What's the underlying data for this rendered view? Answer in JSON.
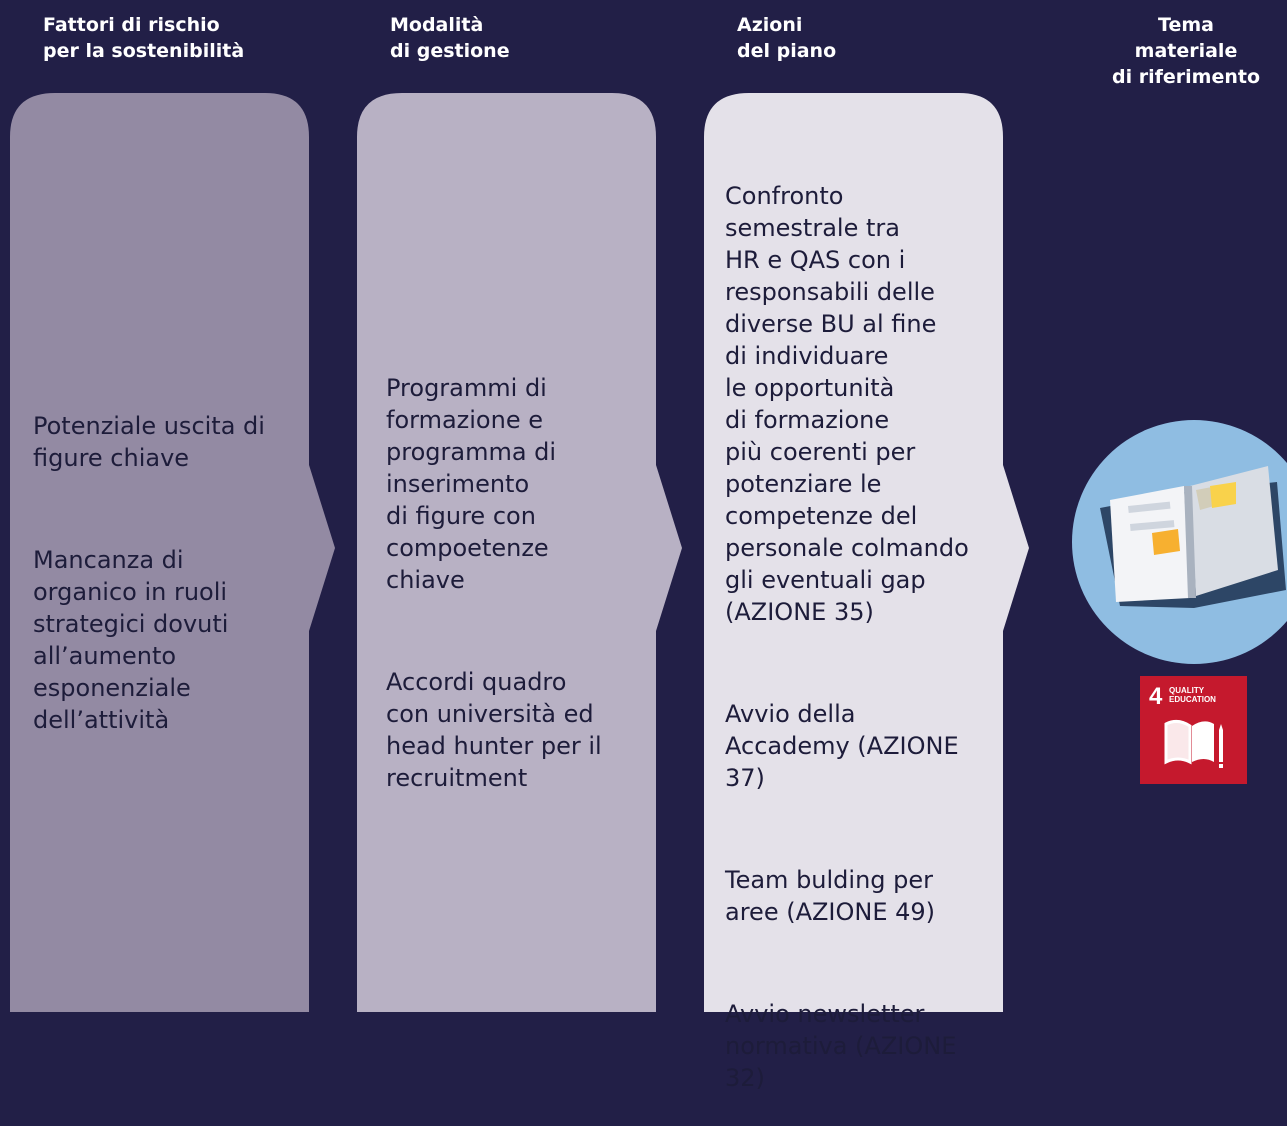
{
  "headers": [
    {
      "line1": "Fattori di rischio",
      "line2": "per la sostenibilità"
    },
    {
      "line1": "Modalità",
      "line2": "di gestione"
    },
    {
      "line1": "Azioni",
      "line2": "del piano"
    },
    {
      "line1": "Tema materiale",
      "line2": "di riferimento"
    }
  ],
  "columns": [
    {
      "fill": "#938aa3",
      "paragraphs": [
        "Potenziale uscita di\nfigure chiave",
        "Mancanza di\norganico in ruoli\nstrategici dovuti\nall’aumento\nesponenziale\ndell’attività"
      ]
    },
    {
      "fill": "#b8b1c4",
      "paragraphs": [
        "Programmi di\nformazione e\nprogramma di\ninserimento\ndi figure con\ncompoetenze\nchiave",
        "Accordi quadro\ncon università ed\nhead hunter per il\nrecruitment"
      ]
    },
    {
      "fill": "#e4e1e9",
      "paragraphs": [
        "Confronto\nsemestrale tra\nHR e QAS con i\nresponsabili delle\ndiverse BU al fine\ndi individuare\nle opportunità\ndi formazione\npiù coerenti per\npotenziare le\ncompetenze del\npersonale colmando\ngli eventuali gap\n(AZIONE 35)",
        "Avvio della\nAccademy (AZIONE\n37)",
        "Team bulding per\naree (AZIONE 49)",
        "Avvio newsletter\nnormativa (AZIONE\n32)"
      ]
    }
  ],
  "material_topic": {
    "icon": "open-book-icon",
    "circle_color": "#8fbde2",
    "sdg": {
      "number": "4",
      "label": "QUALITY\nEDUCATION",
      "color": "#c5192d",
      "icon": "book-and-pencil-icon"
    }
  }
}
